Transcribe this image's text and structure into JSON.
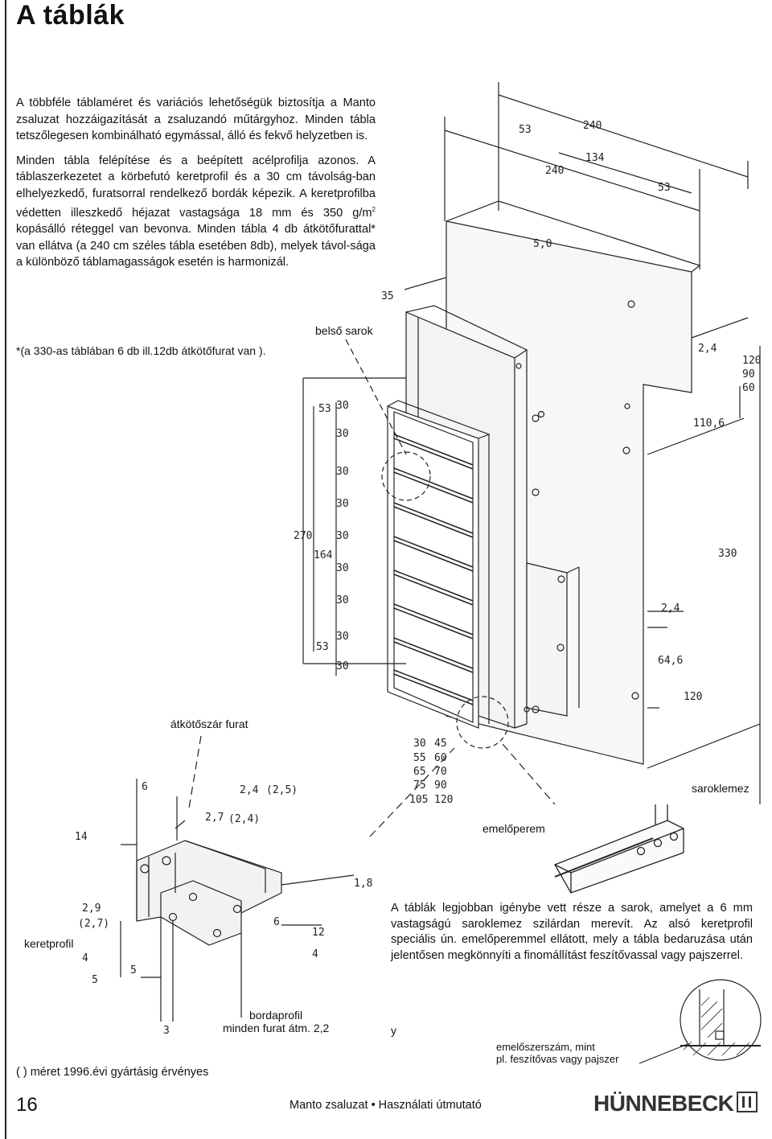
{
  "header": {
    "title": "A táblák"
  },
  "intro": {
    "p1": "A többféle táblaméret és variációs lehetőségük biztosítja a Manto zsaluzat hozzáigazítását a zsaluzandó műtárgyhoz. Minden tábla tetszőlegesen kombinálható egymással, álló és fekvő helyzetben is.",
    "p2a": "Minden tábla felépítése és a beépített acélprofilja azonos. A táblaszerkezetet a körbefutó keretprofil és a 30 cm távolság-ban elhelyezkedő, furatsorral rendelkező bordák képezik. A keretprofilba védetten illeszkedő héjazat vastagsága 18 mm és 350 g/m",
    "p2_sup": "2",
    "p2b": " kopásálló réteggel van bevonva. Minden tábla 4 db átkötőfurattal* van ellátva (a 240 cm széles tábla esetében 8db), melyek távol-sága a különböző táblamagasságok esetén is harmonizál.",
    "footnote": "*(a 330-as táblában 6 db ill.12db átkötőfurat van )."
  },
  "labels": {
    "belso_sarok": "belső sarok",
    "atkotoszar_furat": "átkötőszár furat",
    "saroklemez": "saroklemez",
    "emeloperem": "emelőperem",
    "keretprofil": "keretprofil",
    "bordaprofil": "bordaprofil",
    "minden_furat": "minden furat átm. 2,2",
    "meret": "( ) méret 1996.évi gyártásig érvényes",
    "y": "y",
    "emeloszerszam": "emelőszerszám, mint",
    "feszitovas": "pl. feszítővas vagy pajszer"
  },
  "right_text": "A táblák legjobban igénybe vett része a sarok, amelyet a 6 mm vastagságú saroklemez szilárdan merevít. Az alsó keretprofil speciális ún. emelőperemmel ellátott, mely a tábla bedaruzása után jelentősen megkönnyíti a finomállítást feszítővassal vagy pajszerrel.",
  "dimensions": {
    "top": [
      "53",
      "240",
      "134",
      "240",
      "53",
      "5,0",
      "35"
    ],
    "right": [
      "2,4",
      "120",
      "90",
      "60",
      "110,6",
      "330",
      "2,4",
      "64,6",
      "120"
    ],
    "left_total": [
      "270",
      "164",
      "53",
      "53"
    ],
    "rib_spacing": [
      "30",
      "30",
      "30",
      "30",
      "30",
      "30",
      "30",
      "30",
      "30"
    ],
    "heights_table": [
      "30",
      "45",
      "55",
      "60",
      "65",
      "70",
      "75",
      "90",
      "105",
      "120"
    ],
    "profile": [
      "6",
      "2,4",
      "(2,5)",
      "2,7",
      "(2,4)",
      "14",
      "1,8",
      "2,9",
      "(2,7)",
      "6",
      "12",
      "4",
      "4",
      "5",
      "5",
      "3"
    ]
  },
  "footer": {
    "page_number": "16",
    "product": "Manto zsaluzat",
    "bullet": "•",
    "manual": "Használati útmutató",
    "logo": "HÜNNEBECK"
  }
}
